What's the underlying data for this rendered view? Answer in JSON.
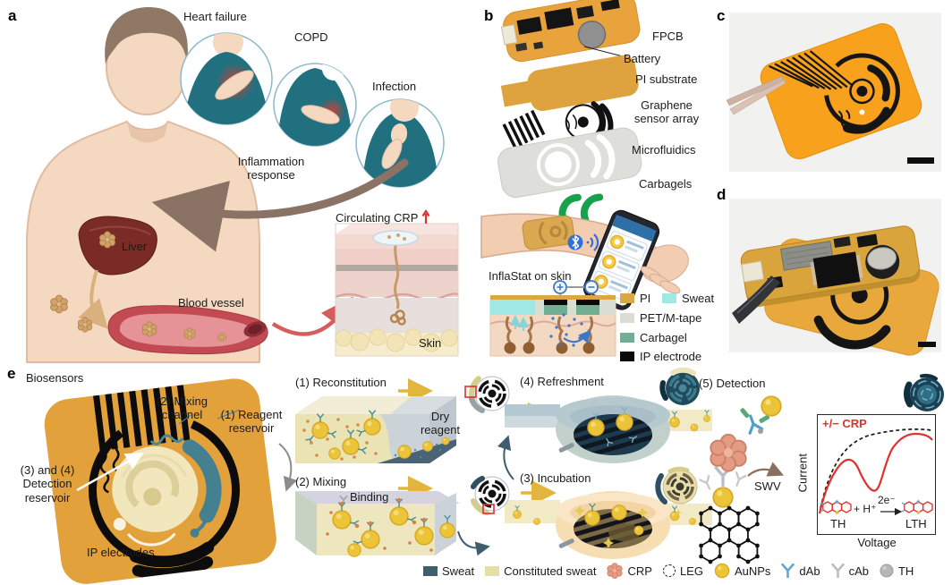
{
  "panel_a": {
    "letter": "a",
    "heart_failure": "Heart failure",
    "copd": "COPD",
    "infection": "Infection",
    "inflammation_l1": "Inflammation",
    "inflammation_l2": "response",
    "liver": "Liver",
    "blood_vessel": "Blood vessel",
    "circulating_crp": "Circulating CRP",
    "skin": "Skin"
  },
  "panel_b": {
    "letter": "b",
    "fpcb": "FPCB",
    "battery": "Battery",
    "pi_substrate": "PI substrate",
    "graphene_l1": "Graphene",
    "graphene_l2": "sensor array",
    "microfluidics": "Microfluidics",
    "carbagels": "Carbagels",
    "inflastat": "InflaStat on skin",
    "legend": [
      {
        "label": "PI",
        "color": "#D9A845"
      },
      {
        "label": "Sweat",
        "color": "#9FE8E4"
      },
      {
        "label": "PET/M-tape",
        "color": "#D8DFD2"
      },
      {
        "label": "Carbagel",
        "color": "#72AE93"
      },
      {
        "label": "IP electrode",
        "color": "#0A0A0A"
      }
    ]
  },
  "panel_c": {
    "letter": "c"
  },
  "panel_d": {
    "letter": "d"
  },
  "panel_e": {
    "letter": "e",
    "biosensors": "Biosensors",
    "mixing_l1": "(2) Mixing",
    "mixing_l2": "channel",
    "reagent_l1": "(1) Reagent",
    "reagent_l2": "reservoir",
    "detection_l1": "(3) and (4)",
    "detection_l2": "Detection",
    "detection_l3": "reservoir",
    "ip_electrodes": "IP electrodes",
    "step1": "(1) Reconstitution",
    "dry_l1": "Dry",
    "dry_l2": "reagent",
    "step2": "(2) Mixing",
    "binding": "Binding",
    "step3": "(3) Incubation",
    "step4": "(4) Refreshment",
    "step5": "(5) Detection",
    "swv": "SWV"
  },
  "graph": {
    "crp_label": "+/− CRP",
    "ylabel": "Current",
    "xlabel": "Voltage",
    "th": "TH",
    "lth": "LTH",
    "reaction_left": "+ H⁺",
    "reaction_electrons": "2e⁻"
  },
  "legend": [
    {
      "label": "Sweat",
      "color": "#3E5E70"
    },
    {
      "label": "Constituted sweat",
      "color": "#E5DFA3"
    },
    {
      "label": "CRP",
      "color": "#E39B84"
    },
    {
      "label": "LEG",
      "color": "#222222"
    },
    {
      "label": "AuNPs",
      "color": "#EBC438"
    },
    {
      "label": "dAb",
      "color": "#5FA8D3"
    },
    {
      "label": "cAb",
      "color": "#B9BDC4"
    },
    {
      "label": "TH",
      "color": "#ACACB0"
    }
  ],
  "chart_data": {
    "type": "line",
    "title": "+/− CRP",
    "xlabel": "Voltage",
    "ylabel": "Current",
    "axis_ticks_shown": false,
    "units": "arbitrary (schematic SWV voltammogram)",
    "legend_position": "top-left inside plot",
    "series": [
      {
        "name": "without CRP (baseline, dashed)",
        "style": "dashed",
        "color": "#111111",
        "x": [
          0,
          0.1,
          0.2,
          0.3,
          0.4,
          0.5,
          0.6,
          0.7,
          0.8,
          0.9,
          1.0
        ],
        "y": [
          0.2,
          0.45,
          0.62,
          0.74,
          0.81,
          0.85,
          0.88,
          0.9,
          0.91,
          0.92,
          0.92
        ]
      },
      {
        "name": "with CRP (TH reduction dip)",
        "style": "solid",
        "color": "#E0312E",
        "x": [
          0,
          0.08,
          0.16,
          0.25,
          0.32,
          0.38,
          0.44,
          0.5,
          0.56,
          0.64,
          0.72,
          0.8,
          0.9,
          1.0
        ],
        "y": [
          0.15,
          0.35,
          0.52,
          0.6,
          0.61,
          0.55,
          0.42,
          0.35,
          0.45,
          0.68,
          0.82,
          0.85,
          0.85,
          0.79
        ]
      }
    ],
    "annotations": [
      "TH",
      "LTH",
      "+ H⁺ → 2e⁻ (TH reduced to LTH)"
    ]
  }
}
